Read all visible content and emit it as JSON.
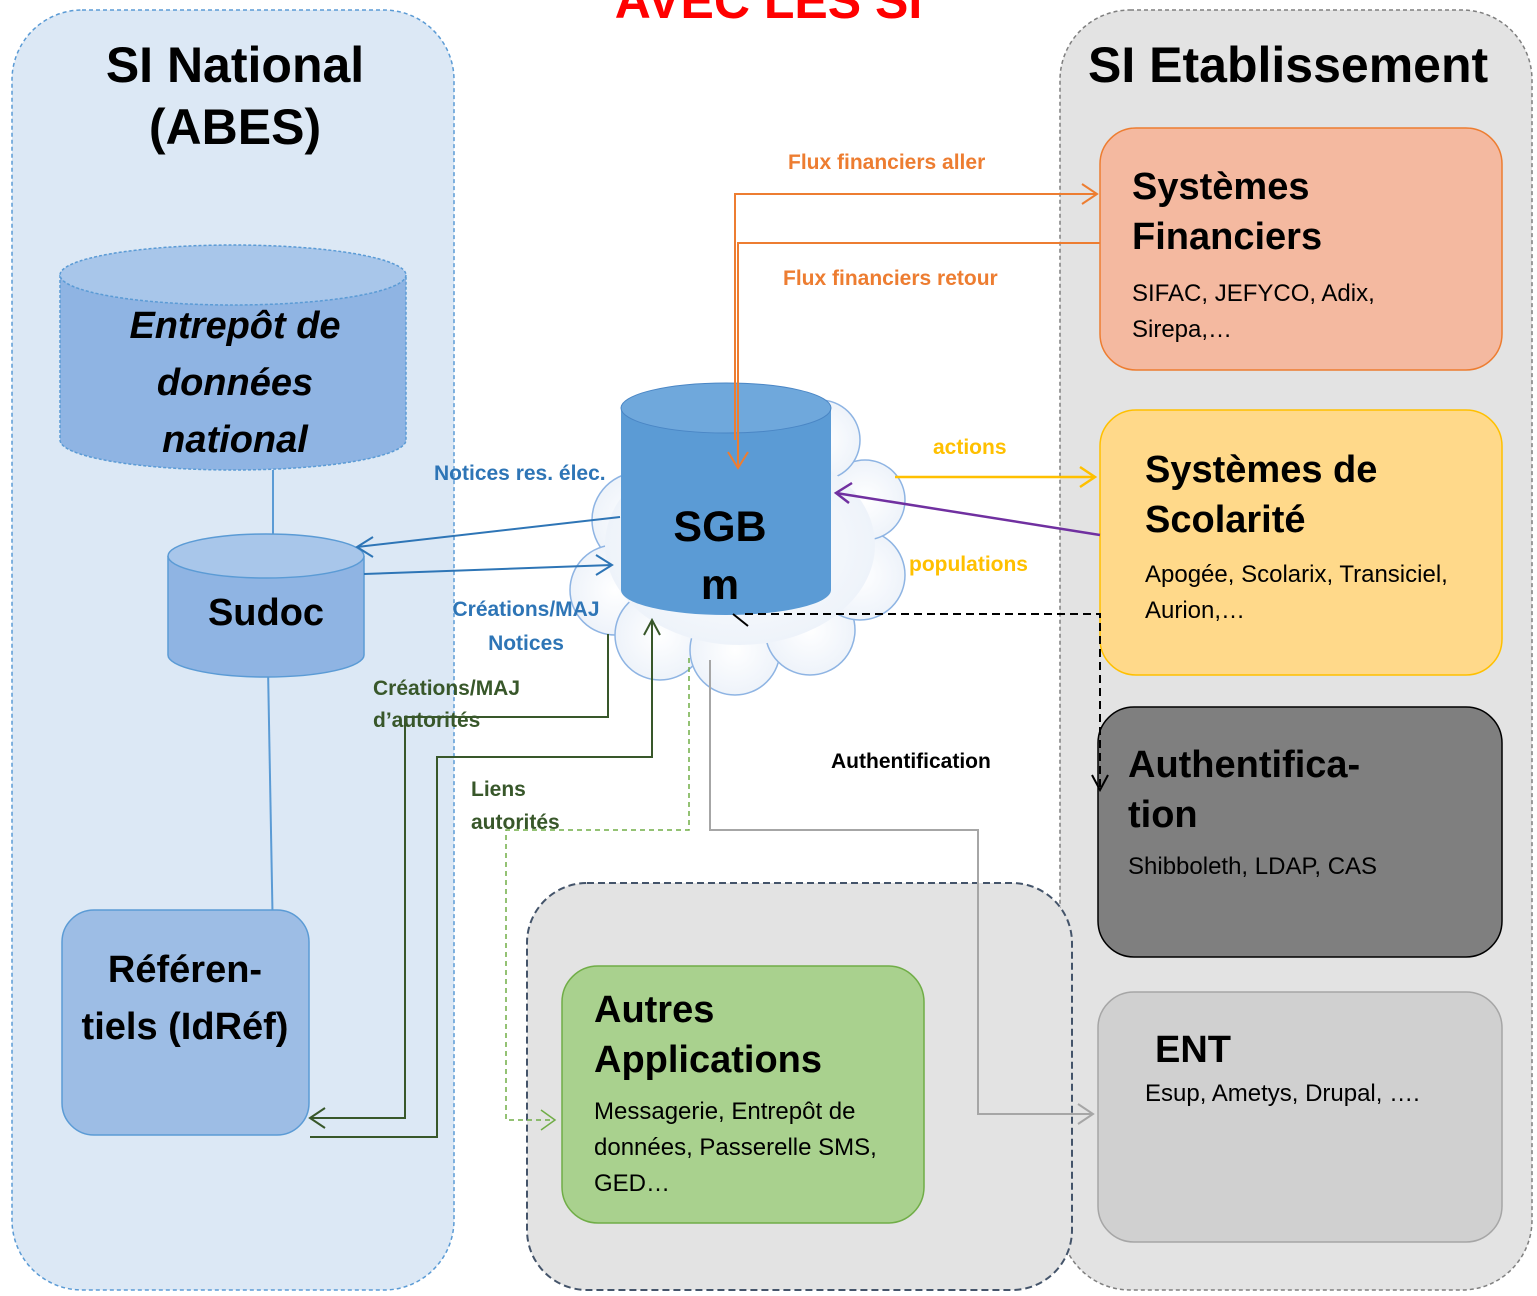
{
  "header": {
    "title": "AVEC LES SI"
  },
  "zones": {
    "national": {
      "title": "SI National (ABES)"
    },
    "etablissement": {
      "title": "SI Etablissement"
    }
  },
  "nodes": {
    "entrepot": {
      "label": "Entrepôt de données national"
    },
    "sudoc": {
      "label": "Sudoc"
    },
    "referentiels": {
      "label": "Référen-tiels (IdRéf)"
    },
    "sgbm": {
      "label": "SGBm"
    },
    "financiers": {
      "title": "Systèmes Financiers",
      "detail": "SIFAC, JEFYCO,  Adix, Sirepa,…"
    },
    "scolarite": {
      "title": "Systèmes de Scolarité",
      "detail": "Apogée, Scolarix, Transiciel,  Aurion,…"
    },
    "authentification": {
      "title": "Authentifica-tion",
      "detail": "Shibboleth, LDAP, CAS"
    },
    "ent": {
      "title": "ENT",
      "detail": "Esup, Ametys, Drupal, …."
    },
    "autres": {
      "title": "Autres Applications",
      "detail": "Messagerie, Entrepôt de données, Passerelle SMS, GED…"
    }
  },
  "edges": {
    "flux_aller": "Flux financiers aller",
    "flux_retour": "Flux financiers retour",
    "actions": "actions",
    "populations": "populations",
    "notices_res": "Notices res. élec.",
    "creations_notices": "Créations/MAJ Notices",
    "creations_autorites": "Créations/MAJ d’autorités",
    "liens_autorites": "Liens autorités",
    "authentification": "Authentification"
  },
  "colors": {
    "title": "#ff0000",
    "national_zone": "#dce8f5",
    "etab_zone": "#e3e3e3",
    "sgbm": "#5b9bd5",
    "financiers": "#f4b9a0",
    "scolarite": "#ffd98a",
    "authentification": "#7f7f7f",
    "ent": "#d0d0d0",
    "autres": "#a9d18e",
    "orange": "#ed7d31",
    "yellow": "#ffc000",
    "blue": "#2e75b6",
    "green": "#38572a",
    "purple": "#7030a0"
  }
}
